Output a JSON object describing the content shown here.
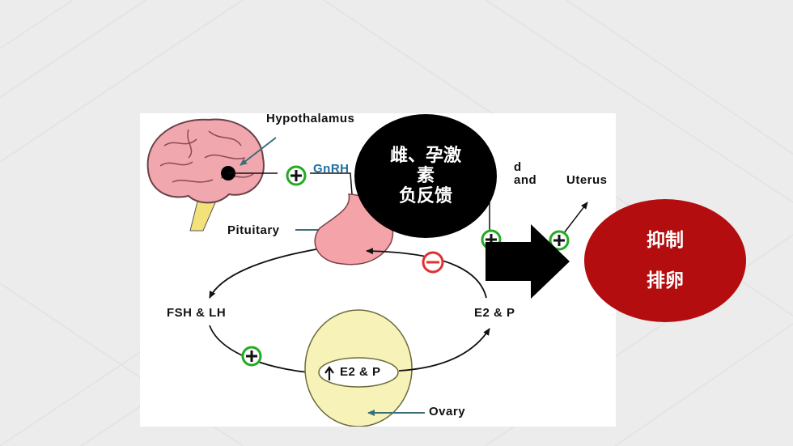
{
  "labels": {
    "hypothalamus": "Hypothalamus",
    "gnrh": "GnRH",
    "gland_partial": "d",
    "gland_partial2": "and",
    "uterus": "Uterus",
    "pituitary": "Pituitary",
    "fsh_lh": "FSH & LH",
    "e2_p_right": "E2 & P",
    "e2_p_ovary": "E2 & P",
    "ovary": "Ovary"
  },
  "feedback_callout": {
    "line1": "雌、孕激",
    "line2": "素",
    "line3": "负反馈"
  },
  "inhibit_callout": {
    "line1": "抑制",
    "line2": "排卵"
  },
  "colors": {
    "background": "#ececec",
    "plus_green": "#22aa22",
    "minus_red": "#e03030",
    "brain_pink": "#f1a7ae",
    "pituitary_pink": "#f4a3a8",
    "ovary_yellow": "#f6f2b8",
    "callout_black": "#000000",
    "callout_red": "#b30d10"
  },
  "icons": [
    "brain-icon",
    "plus-icon",
    "minus-icon",
    "arrow-right-icon",
    "arrow-up-icon"
  ]
}
